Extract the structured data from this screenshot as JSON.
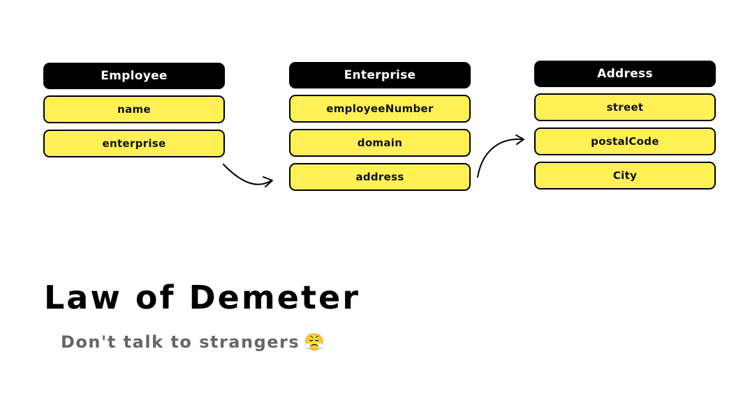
{
  "colors": {
    "header_bg": "#000000",
    "header_text": "#ffffff",
    "field_bg": "#fff056",
    "field_border": "#000000",
    "subtitle_text": "#666666"
  },
  "entities": {
    "employee": {
      "title": "Employee",
      "fields": [
        "name",
        "enterprise"
      ]
    },
    "enterprise": {
      "title": "Enterprise",
      "fields": [
        "employeeNumber",
        "domain",
        "address"
      ]
    },
    "address": {
      "title": "Address",
      "fields": [
        "street",
        "postalCode",
        "City"
      ]
    }
  },
  "arrows": [
    {
      "from": "employee.enterprise",
      "to": "enterprise",
      "icon": "curved-arrow-icon"
    },
    {
      "from": "enterprise.address",
      "to": "address",
      "icon": "curved-arrow-icon"
    }
  ],
  "title": "Law of Demeter",
  "subtitle": "Don't talk to strangers",
  "subtitle_emoji": "😤"
}
